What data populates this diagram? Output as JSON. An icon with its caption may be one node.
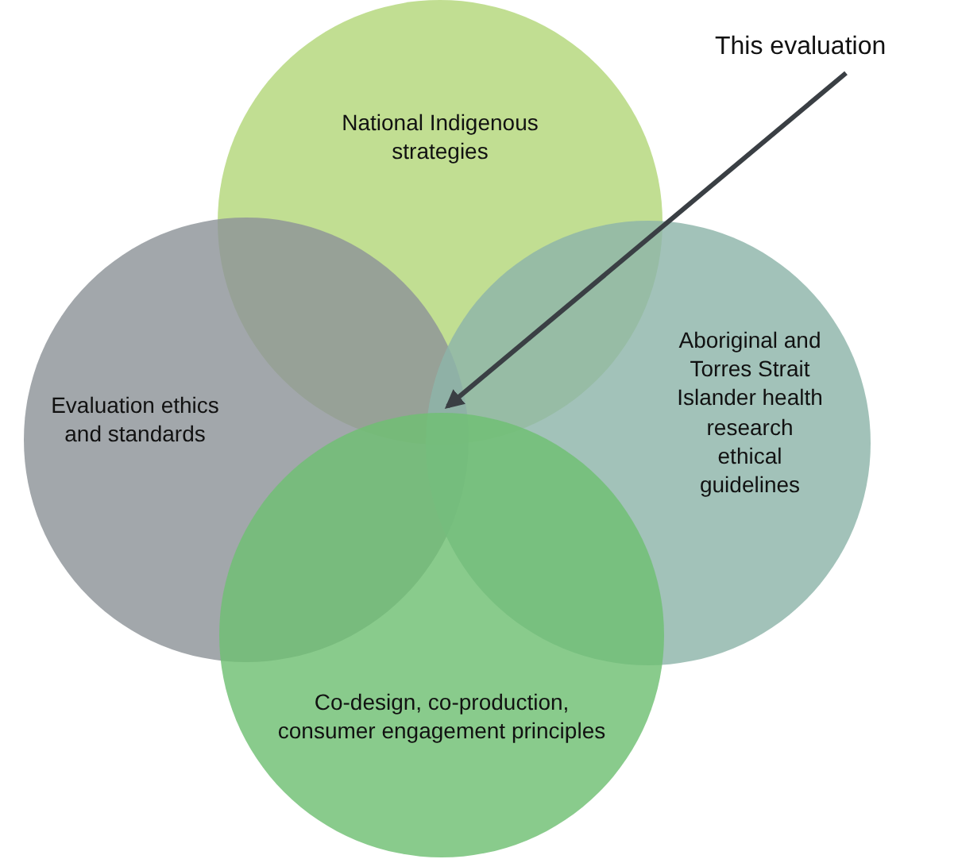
{
  "diagram": {
    "nodes": [
      {
        "text": [
          "National Indigenous strategies"
        ]
      },
      {
        "text": [
          "Evaluation ethics and standards"
        ]
      },
      {
        "text": [
          "Aboriginal and Torres Strait Islander health research ethical guidelines"
        ]
      },
      {
        "text": [
          "Co-design, co-production, consumer engagement principles"
        ]
      },
      {
        "text": [
          "This evaluation"
        ]
      }
    ],
    "edges": [
      {
        "from": 4,
        "to": 0,
        "arrow": "to"
      }
    ]
  }
}
